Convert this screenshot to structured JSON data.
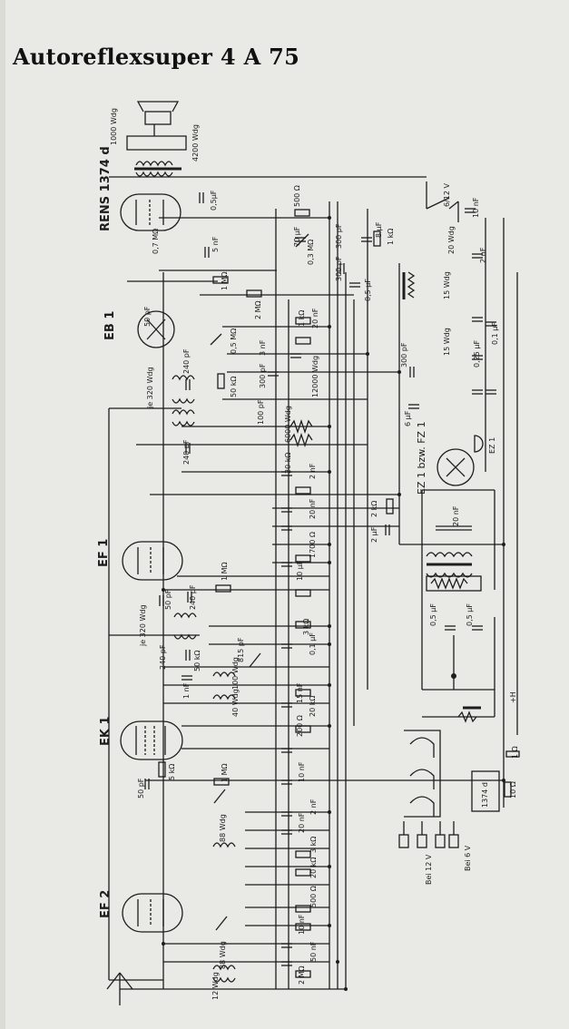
{
  "title": "Autoreflexsuper 4 A 75",
  "tubes": {
    "output": "RENS 1374 d",
    "demod": "EB 1",
    "af": "EF 1",
    "mixer": "EK 1",
    "rf": "EF 2",
    "rect": "EZ 1 bzw. FZ 1",
    "rect_short": "EZ 1"
  },
  "labels": {
    "speaker_1000": "1000 Wdg",
    "speaker_4200": "4200 Wdg",
    "c_05uF": "0,5μF",
    "r_500": "500 Ω",
    "r_07M": "0,7 MΩ",
    "c_5nF": "5 nF",
    "c_70uF": "70 μF",
    "r_03M": "0,3 MΩ",
    "c_300pF_a": "300 pF",
    "c_300pF_b": "300 pF",
    "c_8uF": "8 μF",
    "r_1k": "1 kΩ",
    "supply": "6/12 V",
    "c_10nF": "10 nF",
    "wdg_20": "20 Wdg",
    "c_2nF": "2 nF",
    "r_1M": "1 MΩ",
    "r_2M": "2 MΩ",
    "c_05uF_b": "0,5 μF",
    "r_1k_b": "1 kΩ",
    "c_20nF": "20 nF",
    "c_50pF": "50 pF",
    "wdg_15a": "15 Wdg",
    "wdg_15b": "15 Wdg",
    "c_025uF": "0,25 μF",
    "c_01uF": "0,1 μF",
    "r_05M": "0,5 MΩ",
    "c_3nF": "3 nF",
    "c_240pF": "240 pF",
    "wdg_320": "je 320 Wdg",
    "r_50k": "50 kΩ",
    "c_300pF_c": "300 pF",
    "wdg_12000": "12000 Wdg",
    "c_300pF_d": "300 pF",
    "c_100pF": "100 pF",
    "wdg_6000": "6000 Wdg",
    "c_6uF": "6 μF",
    "c_240pF_b": "240 pF",
    "r_20k": "20 kΩ",
    "c_2nF_b": "2 nF",
    "c_20nF_b": "20 nF",
    "r_2k": "2 kΩ",
    "c_2uF": "2 μF",
    "r_1700": "1700 Ω",
    "c_10uF": "10 μF",
    "r_1M_b": "1 MΩ",
    "c_240pF_c": "240 pF",
    "c_50pF_b": "50 pF",
    "wdg_320b": "je 320 Wdg",
    "r_3k": "3 kΩ",
    "c_01uF_b": "0,1 μF",
    "c_240pF_d": "240 pF",
    "r_50k_b": "50 kΩ",
    "c_815pF": "815 pF",
    "c_1nF": "1 nF",
    "wdg_100": "100 Wdg",
    "wdg_40": "40 Wdg",
    "c_15nF": "15 nF",
    "r_20k_b": "20 kΩ",
    "r_200": "200 Ω",
    "r_5k": "5 kΩ",
    "c_50pF_c": "50 pF",
    "r_1M_c": "1 MΩ",
    "c_10nF_b": "10 nF",
    "wdg_88": "88 Wdg",
    "c_2nF_c": "2 nF",
    "r_20k_c": "20 kΩ",
    "r_3k_b": "3 kΩ",
    "r_500_b": "500 Ω",
    "c_10nF_c": "10 nF",
    "c_50nF": "50 nF",
    "r_2M_b": "2 MΩ",
    "wdg_88b": "88 Wdg",
    "wdg_12": "12 Wdg",
    "c_20nF_c": "20 nF",
    "c_05uF_c": "0,5 μF",
    "c_05uF_d": "0,5 μF",
    "plus_h": "+H",
    "r_1ohm": "1 Ω",
    "r_10ohm": "10 Ω",
    "d1374": "1374 d",
    "bei12": "Bei 12 V",
    "bei6": "Bei 6 V"
  }
}
